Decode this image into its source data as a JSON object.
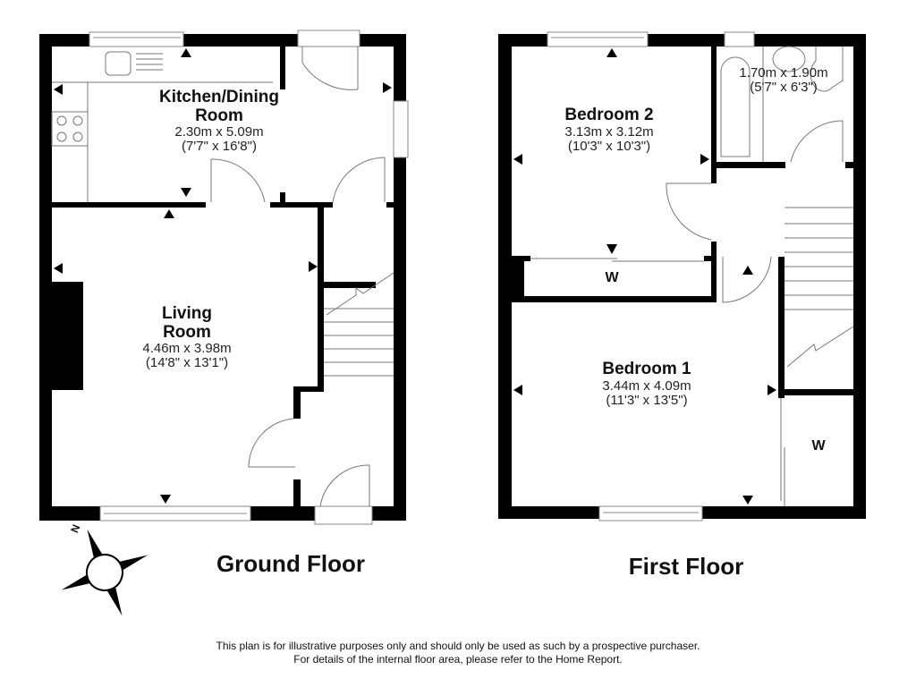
{
  "ground_floor": {
    "title": "Ground Floor",
    "rooms": [
      {
        "name_line1": "Kitchen/Dining",
        "name_line2": "Room",
        "metric": "2.30m x 5.09m",
        "imperial": "(7'7\" x 16'8\")"
      },
      {
        "name_line1": "Living",
        "name_line2": "Room",
        "metric": "4.46m x 3.98m",
        "imperial": "(14'8\" x 13'1\")"
      }
    ]
  },
  "first_floor": {
    "title": "First Floor",
    "rooms": [
      {
        "name": "Bedroom 2",
        "metric": "3.13m x 3.12m",
        "imperial": "(10'3\" x 10'3\")"
      },
      {
        "name": "",
        "metric": "1.70m x 1.90m",
        "imperial": "(5'7\" x 6'3\")"
      },
      {
        "name": "Bedroom 1",
        "metric": "3.44m x 4.09m",
        "imperial": "(11'3\" x 13'5\")"
      }
    ],
    "wardrobe_labels": [
      "W",
      "W"
    ]
  },
  "compass": {
    "label": "N",
    "icon": "compass-rose-icon"
  },
  "disclaimer": {
    "line1": "This plan is for illustrative purposes only and should only be used as such by a prospective purchaser.",
    "line2": "For details of the internal floor area, please refer to the Home Report."
  },
  "colors": {
    "wall": "#000000",
    "background": "#ffffff",
    "fixture_line": "#777777"
  }
}
